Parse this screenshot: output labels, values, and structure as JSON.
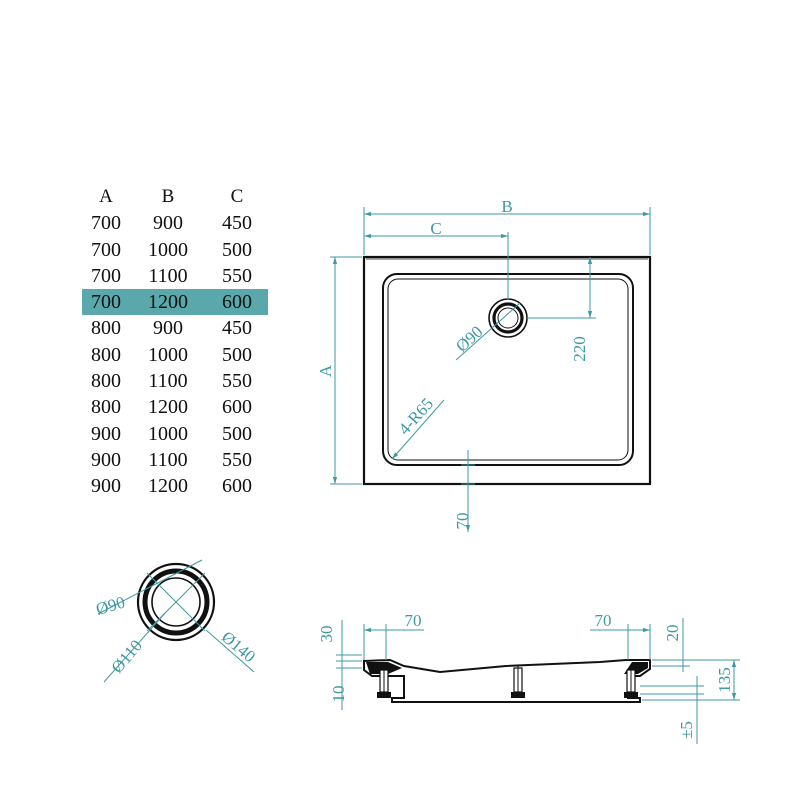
{
  "table": {
    "headers": [
      "A",
      "B",
      "C"
    ],
    "highlight_row": 3,
    "highlight_color": "#5aa8ab",
    "rows": [
      [
        "700",
        "900",
        "450"
      ],
      [
        "700",
        "1000",
        "500"
      ],
      [
        "700",
        "1100",
        "550"
      ],
      [
        "700",
        "1200",
        "600"
      ],
      [
        "800",
        "900",
        "450"
      ],
      [
        "800",
        "1000",
        "500"
      ],
      [
        "800",
        "1100",
        "550"
      ],
      [
        "800",
        "1200",
        "600"
      ],
      [
        "900",
        "1000",
        "500"
      ],
      [
        "900",
        "1100",
        "550"
      ],
      [
        "900",
        "1200",
        "600"
      ]
    ]
  },
  "plan_view": {
    "dim_b": "B",
    "dim_c": "C",
    "dim_a": "A",
    "drain_diameter": "Ø90",
    "drain_offset": "220",
    "corner_radius": "4-R65",
    "rim_width": "70"
  },
  "drain_detail": {
    "inner": "Ø90",
    "middle": "Ø110",
    "outer": "Ø140"
  },
  "section_view": {
    "rim_left": "70",
    "rim_right": "70",
    "top_thickness": "30",
    "bottom_thickness": "10",
    "right_step": "20",
    "total_height": "135",
    "leg_adjust": "±5"
  },
  "colors": {
    "dimension": "#3e9aa0",
    "outline": "#111111"
  }
}
